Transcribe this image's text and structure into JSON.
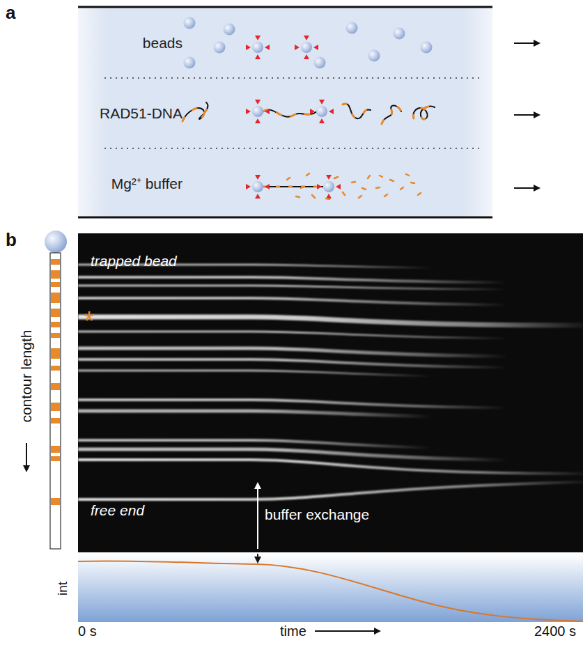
{
  "diagram": {
    "nodes": [
      {
        "text": [
          "beads"
        ]
      },
      {
        "text": [
          "RAD51-DNA"
        ]
      },
      {
        "text": [
          "Mg²⁺ buffer"
        ]
      },
      {
        "text": [
          "trapped bead",
          "buffer exchange",
          "free end"
        ]
      }
    ],
    "labels": [
      "a",
      "b",
      "*",
      "contour length",
      "int",
      "0 s",
      "time",
      "2400 s"
    ]
  }
}
